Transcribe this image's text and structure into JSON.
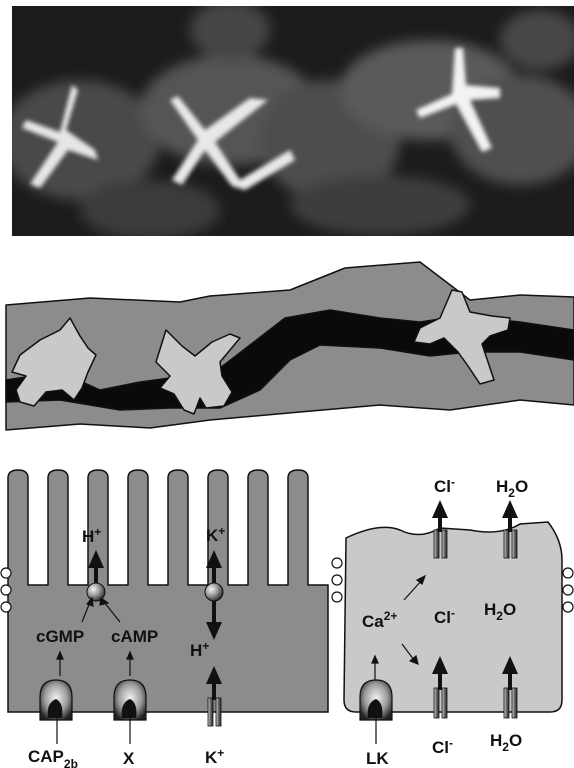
{
  "colors": {
    "photo_background": "#1c1c1c",
    "cell_dark_gray": "#8c8c8c",
    "cell_light_gray": "#c9c9c9",
    "channel_black": "#0a0a0a",
    "outline": "#111111",
    "background": "#ffffff"
  },
  "panels": {
    "micrograph": {
      "name": "fluorescence-micrograph"
    },
    "schematic": {
      "name": "cell-schematic"
    },
    "left_cell": {
      "proton_out": {
        "base": "H",
        "sup": "+"
      },
      "potassium_out": {
        "base": "K",
        "sup": "+"
      },
      "proton_in": {
        "base": "H",
        "sup": "+"
      },
      "cgmp": "cGMP",
      "camp": "cAMP",
      "receptor_cap": {
        "base": "CAP",
        "sub": "2b"
      },
      "receptor_x": "X",
      "potassium_in": {
        "base": "K",
        "sup": "+"
      }
    },
    "right_cell": {
      "chloride_out": {
        "base": "Cl",
        "sup": "-"
      },
      "water_out": {
        "pre": "H",
        "sub": "2",
        "post": "O"
      },
      "calcium": {
        "base": "Ca",
        "sup": "2+"
      },
      "chloride_mid": {
        "base": "Cl",
        "sup": "-"
      },
      "water_mid": {
        "pre": "H",
        "sub": "2",
        "post": "O"
      },
      "receptor_lk": "LK",
      "chloride_in": {
        "base": "Cl",
        "sup": "-"
      },
      "water_in": {
        "pre": "H",
        "sub": "2",
        "post": "O"
      }
    }
  }
}
